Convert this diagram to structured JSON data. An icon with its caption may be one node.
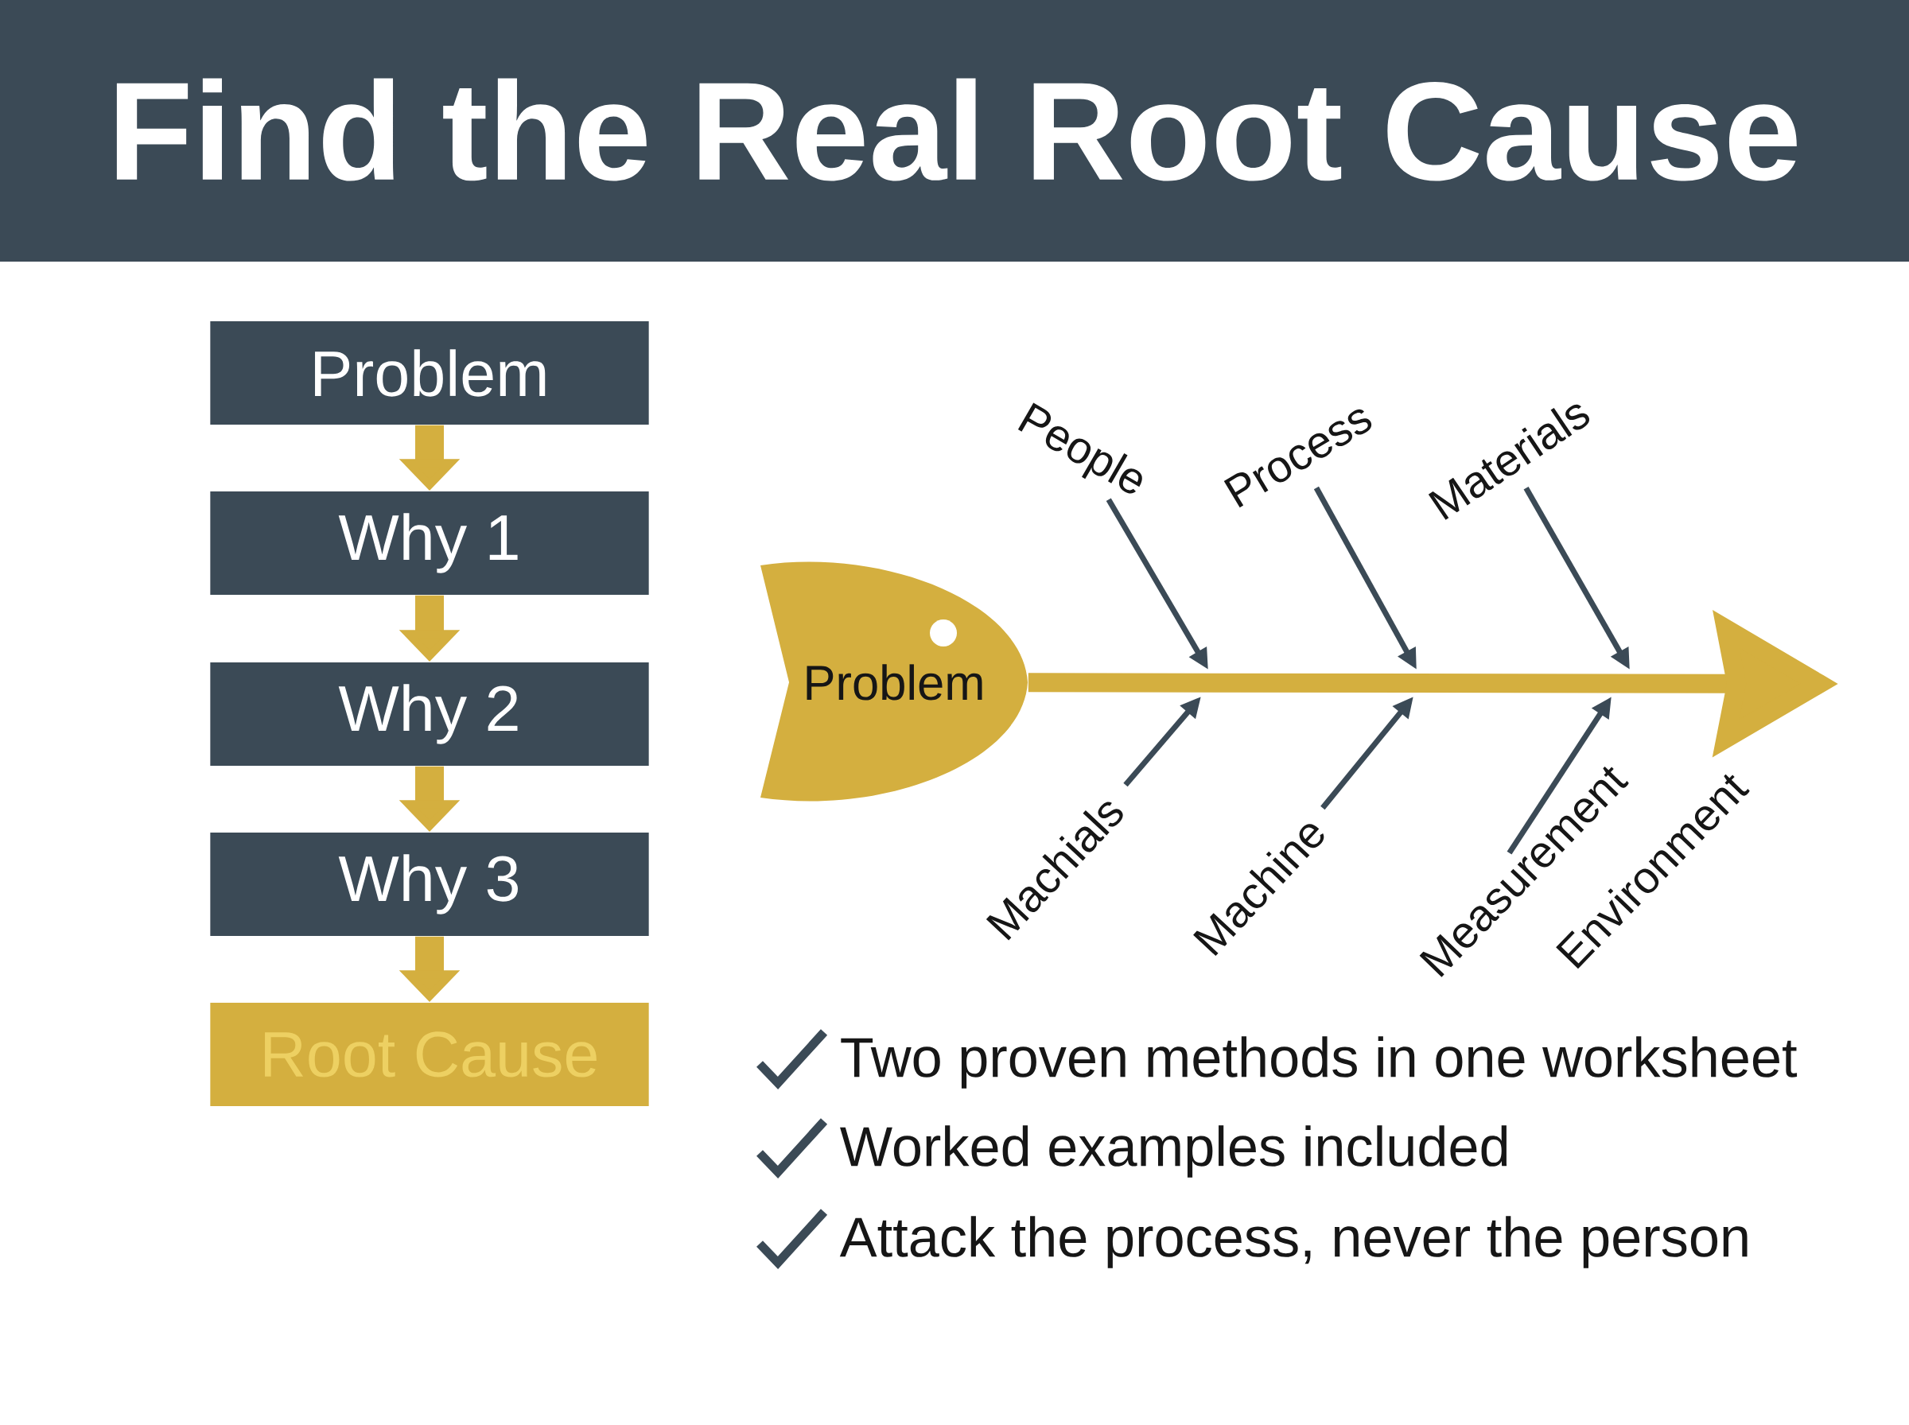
{
  "diagram": {
    "title": "Find the Real Root Cause",
    "nodes": [
      {
        "text": [
          "Problem"
        ]
      },
      {
        "text": [
          "Why 1"
        ]
      },
      {
        "text": [
          "Why 2"
        ]
      },
      {
        "text": [
          "Why 3"
        ]
      },
      {
        "text": [
          "Root Cause"
        ]
      },
      {
        "text": [
          "Problem"
        ]
      },
      {
        "text": [
          "People"
        ]
      },
      {
        "text": [
          "Process"
        ]
      },
      {
        "text": [
          "Materials"
        ]
      },
      {
        "text": [
          "Machials"
        ]
      },
      {
        "text": [
          "Machine"
        ]
      },
      {
        "text": [
          "Measurement"
        ]
      }
    ],
    "edges": [
      {
        "from": 0,
        "to": 1,
        "arrow": "to",
        "style": "thick",
        "color": "#d4af3f"
      },
      {
        "from": 1,
        "to": 2,
        "arrow": "to",
        "style": "thick",
        "color": "#d4af3f"
      },
      {
        "from": 2,
        "to": 3,
        "arrow": "to",
        "style": "thick",
        "color": "#d4af3f"
      },
      {
        "from": 3,
        "to": 4,
        "arrow": "to",
        "style": "thick",
        "color": "#d4af3f"
      },
      {
        "from": 5,
        "to": null,
        "arrow": "to",
        "style": "thick",
        "color": "#d4af3f"
      },
      {
        "from": 6,
        "to": null,
        "arrow": "to"
      },
      {
        "from": 7,
        "to": null,
        "arrow": "to"
      },
      {
        "from": 8,
        "to": null,
        "arrow": "to"
      },
      {
        "from": 9,
        "to": null,
        "arrow": "to"
      },
      {
        "from": 10,
        "to": null,
        "arrow": "to"
      },
      {
        "from": 11,
        "to": null,
        "arrow": "to"
      }
    ],
    "labels": [
      "Environment",
      "Two proven methods in one worksheet",
      "Worked examples included",
      "Attack the process, never the person"
    ]
  }
}
